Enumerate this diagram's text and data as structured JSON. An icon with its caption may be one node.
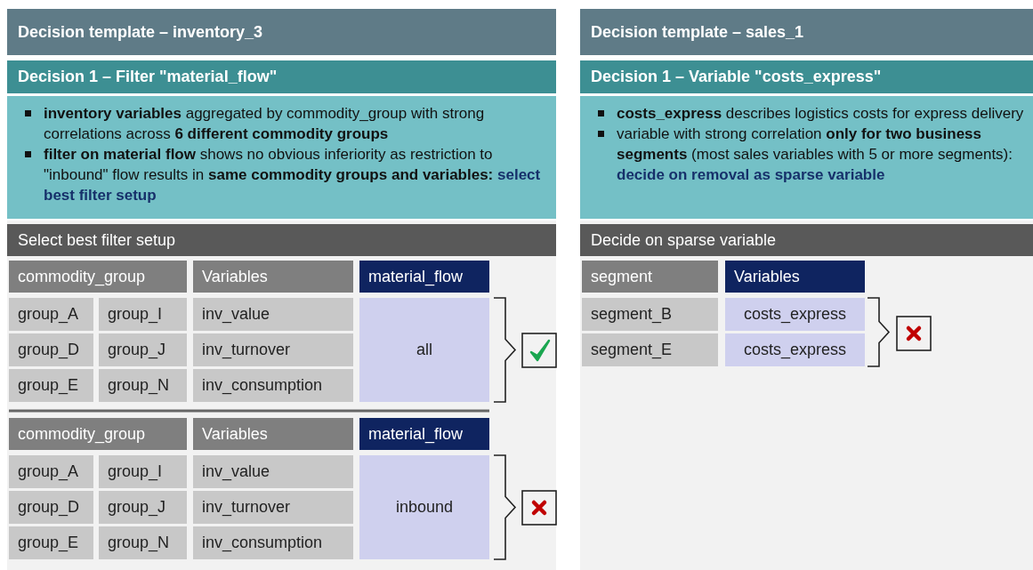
{
  "diagram": {
    "nodes": [
      {
        "text": [
          "Decision template – inventory_3"
        ]
      },
      {
        "text": [
          "Decision 1 – Filter \"material_flow\""
        ]
      },
      {
        "text": [
          "**inventory variables** aggregated by commodity_group with strong correlations across **6 different commodity groups**",
          "**filter on material flow** shows no obvious inferiority as restriction to \"inbound\" flow results in **same commodity groups and variables:** **select best filter setup**"
        ]
      },
      {
        "text": [
          "Select best filter setup"
        ]
      },
      {
        "text": [
          "Decision template – sales_1"
        ]
      },
      {
        "text": [
          "Decision 1 – Variable \"costs_express\""
        ]
      },
      {
        "text": [
          "**costs_express** describes logistics costs for express delivery",
          "variable with strong correlation **only for two business segments** (most sales variables with 5 or more segments): **decide on removal as sparse variable**"
        ]
      },
      {
        "text": [
          "Decide on sparse variable"
        ]
      }
    ],
    "labels": [
      "commodity_group",
      "Variables",
      "material_flow",
      "group_A",
      "group_I",
      "inv_value",
      "all",
      "group_D",
      "group_J",
      "inv_turnover",
      "group_E",
      "group_N",
      "inv_consumption",
      "commodity_group",
      "Variables",
      "material_flow",
      "group_A",
      "group_I",
      "inv_value",
      "inbound",
      "group_D",
      "group_J",
      "inv_turnover",
      "group_E",
      "group_N",
      "inv_consumption",
      "segment",
      "Variables",
      "segment_B",
      "costs_express",
      "segment_E",
      "costs_express"
    ]
  }
}
